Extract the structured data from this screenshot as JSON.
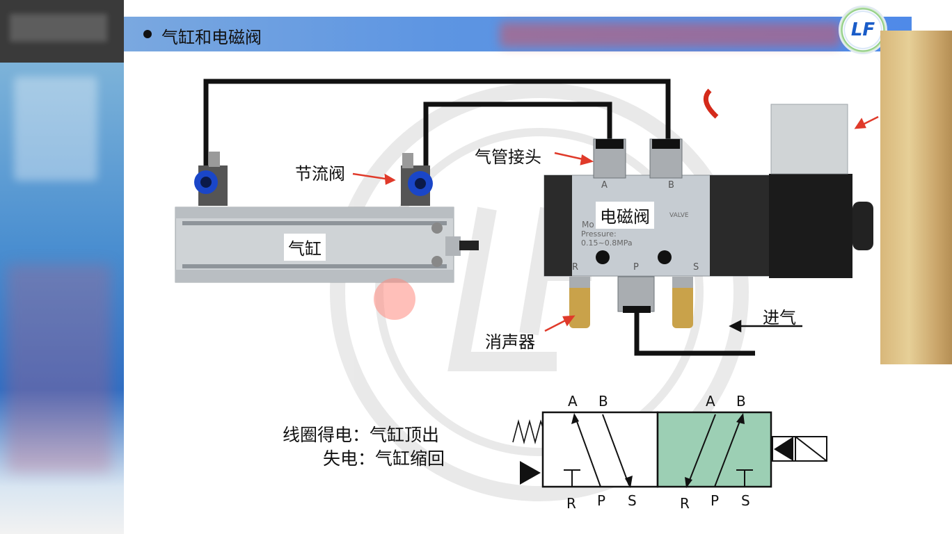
{
  "slide": {
    "title": "气缸和电磁阀",
    "logo_text": "LF"
  },
  "photo_labels": {
    "throttle_valve": "节流阀",
    "air_fitting": "气管接头",
    "cylinder": "气缸",
    "solenoid_valve": "电磁阀",
    "muffler": "消声器",
    "air_inlet": "进气",
    "valve_port_a": "A",
    "valve_port_b": "B",
    "valve_port_r": "R",
    "valve_port_p": "P",
    "valve_port_s": "S",
    "valve_text_mo": "Mo",
    "valve_text_pressure": "Pressure:",
    "valve_text_range": "0.15~0.8MPa",
    "valve_text_valve": "VALVE"
  },
  "conditions": {
    "energized": "线圈得电：气缸顶出",
    "deenergized": "失电：气缸缩回"
  },
  "symbol": {
    "left_top_ports": [
      "A",
      "B"
    ],
    "left_bottom_ports": [
      "R",
      "P",
      "S"
    ],
    "right_top_ports": [
      "A",
      "B"
    ],
    "right_bottom_ports": [
      "R",
      "P",
      "S"
    ],
    "active_fill": "#9ccfb4"
  },
  "colors": {
    "pipe": "#111111",
    "fitting": "#2a5bd8",
    "arrow": "#e03a2a",
    "title_bar": "#5d95e2"
  }
}
